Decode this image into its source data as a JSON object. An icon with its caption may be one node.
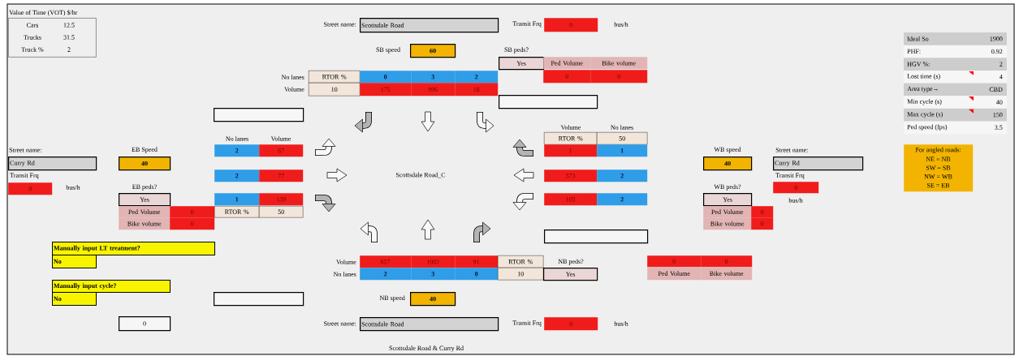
{
  "diagram": {
    "nodes": [
      {
        "text": [
          "Value of Time (VOT) $/hr",
          "Cars",
          "12.5",
          "Trucks",
          "31.5",
          "Truck %",
          "2"
        ]
      },
      {
        "text": [
          "Scottsdale Road"
        ]
      },
      {
        "text": [
          "0"
        ]
      },
      {
        "text": [
          "Ideal So",
          "1900",
          "PHF:",
          "0.92",
          "HGV %:",
          "2",
          "Lost time (s)",
          "4",
          "Area type→",
          "CBD",
          "Min cycle (s)",
          "40",
          "Max cycle (s)",
          "150",
          "Ped speed (fps)",
          "3.5"
        ]
      },
      {
        "text": [
          "60"
        ]
      },
      {
        "text": [
          "Yes"
        ]
      },
      {
        "text": [
          "Ped Volume"
        ]
      },
      {
        "text": [
          "Bike volume"
        ]
      },
      {
        "text": [
          "RTOR %"
        ]
      },
      {
        "text": [
          "0"
        ]
      },
      {
        "text": [
          "3"
        ]
      },
      {
        "text": [
          "2"
        ]
      },
      {
        "text": [
          "0"
        ]
      },
      {
        "text": [
          "0"
        ]
      },
      {
        "text": [
          "10"
        ]
      },
      {
        "text": [
          "175"
        ]
      },
      {
        "text": [
          "996"
        ]
      },
      {
        "text": [
          "18"
        ]
      },
      {
        "text": [],
        "shape": "box"
      },
      {
        "text": [],
        "shape": "box"
      },
      {
        "text": [
          "RTOR %"
        ]
      },
      {
        "text": [
          "50"
        ]
      },
      {
        "text": [
          "2"
        ]
      },
      {
        "text": [
          "67"
        ]
      },
      {
        "text": [
          "1"
        ]
      },
      {
        "text": [
          "1"
        ]
      },
      {
        "text": [
          "For angled roads:",
          "NE = NB",
          "SW = SB",
          "NW = WB",
          "SE = EB"
        ]
      },
      {
        "text": [
          "Curry Rd"
        ]
      },
      {
        "text": [
          "40"
        ]
      },
      {
        "text": [
          "40"
        ]
      },
      {
        "text": [
          "Curry Rd"
        ]
      },
      {
        "text": [
          "2"
        ]
      },
      {
        "text": [
          "77"
        ]
      },
      {
        "text": [
          "573"
        ]
      },
      {
        "text": [
          "2"
        ]
      },
      {
        "text": [
          "0"
        ]
      },
      {
        "text": [
          "0"
        ]
      },
      {
        "text": [
          "Yes"
        ]
      },
      {
        "text": [
          "1"
        ]
      },
      {
        "text": [
          "139"
        ]
      },
      {
        "text": [
          "105"
        ]
      },
      {
        "text": [
          "2"
        ]
      },
      {
        "text": [
          "Yes"
        ]
      },
      {
        "text": [
          "Ped Volume"
        ]
      },
      {
        "text": [
          "0"
        ]
      },
      {
        "text": [
          "RTOR %"
        ]
      },
      {
        "text": [
          "50"
        ]
      },
      {
        "text": [
          "Ped Volume"
        ]
      },
      {
        "text": [
          "0"
        ]
      },
      {
        "text": [
          "Bike volume"
        ]
      },
      {
        "text": [
          "0"
        ]
      },
      {
        "text": [
          "Bike volume"
        ]
      },
      {
        "text": [
          "0"
        ]
      },
      {
        "text": [],
        "shape": "box"
      },
      {
        "text": [
          "Manually input LT treatment?"
        ]
      },
      {
        "text": [
          "No"
        ]
      },
      {
        "text": [
          "657"
        ]
      },
      {
        "text": [
          "1082"
        ]
      },
      {
        "text": [
          "91"
        ]
      },
      {
        "text": [
          "RTOR %"
        ]
      },
      {
        "text": [
          "0"
        ]
      },
      {
        "text": [
          "0"
        ]
      },
      {
        "text": [
          "2"
        ]
      },
      {
        "text": [
          "3"
        ]
      },
      {
        "text": [
          "0"
        ]
      },
      {
        "text": [
          "10"
        ]
      },
      {
        "text": [
          "Yes"
        ]
      },
      {
        "text": [
          "Ped Volume"
        ]
      },
      {
        "text": [
          "Bike volume"
        ]
      },
      {
        "text": [
          "Manually input cycle?"
        ]
      },
      {
        "text": [
          "No"
        ]
      },
      {
        "text": [
          "40"
        ]
      },
      {
        "text": [],
        "shape": "box"
      },
      {
        "text": [
          "0"
        ]
      },
      {
        "text": [
          "Scottsdale Road"
        ]
      },
      {
        "text": [
          "0"
        ]
      }
    ],
    "labels": [
      "Street name:",
      "Transit Frq",
      "bus/h",
      "SB speed",
      "SB peds?",
      "No lanes",
      "Volume",
      "No lanes",
      "Volume",
      "Volume",
      "No lanes",
      "Street name:",
      "EB Speed",
      "WB speed",
      "Street name:",
      "Transit Frq",
      "Scottsdale Road_C",
      "Transit Frq",
      "bus/h",
      "EB peds?",
      "WB peds?",
      "bus/h",
      "Volume",
      "NB peds?",
      "No lanes",
      "NB speed",
      "Street name:",
      "Transit Frq",
      "bus/h",
      "Scottsdale Road & Curry Rd"
    ]
  }
}
